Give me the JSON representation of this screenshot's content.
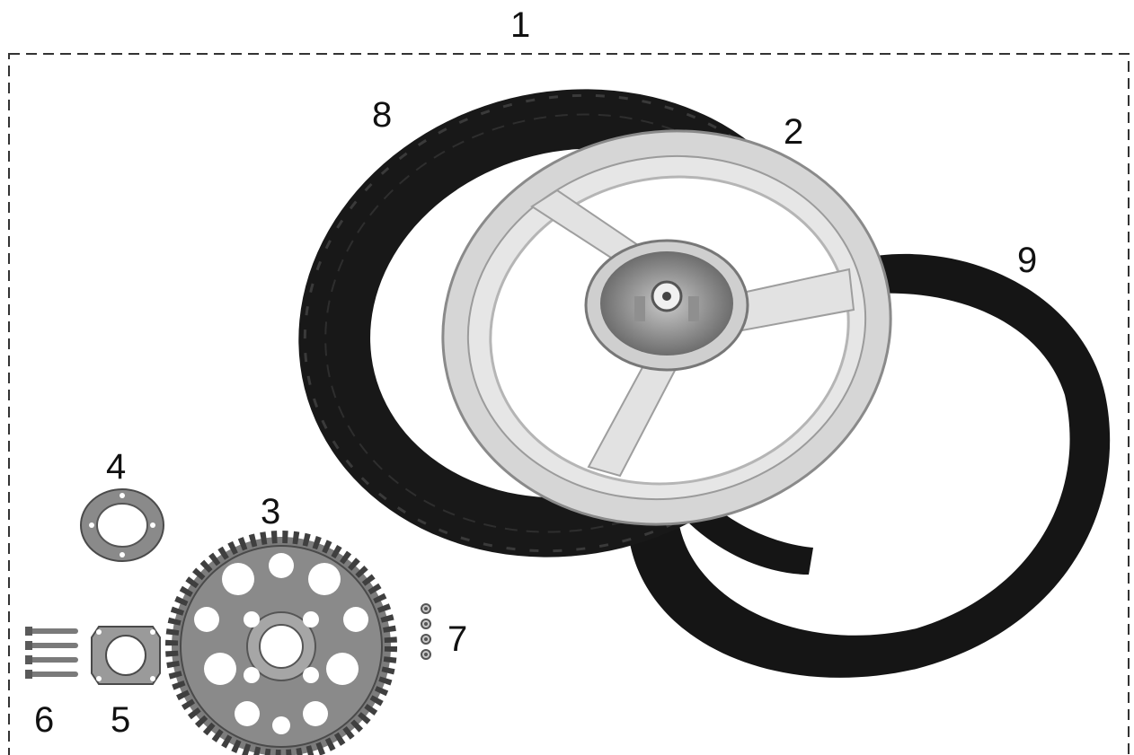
{
  "diagram": {
    "callouts": {
      "assembly": "1",
      "rim": "2",
      "sprocket": "3",
      "flange": "4",
      "gasket": "5",
      "bolts": "6",
      "nuts": "7",
      "tire": "8",
      "inner_tube": "9"
    }
  }
}
